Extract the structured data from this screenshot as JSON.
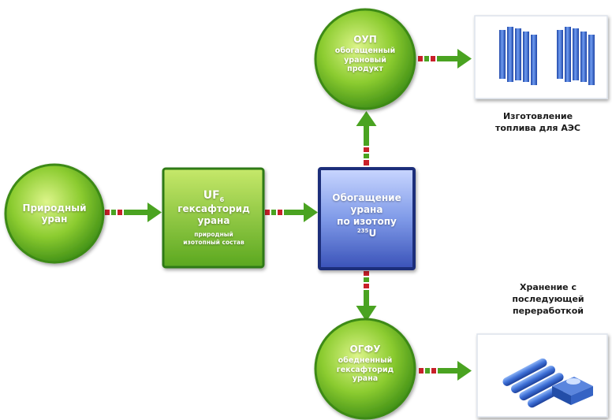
{
  "nodes": {
    "natural_uranium": {
      "label": "Природный уран"
    },
    "uf6": {
      "formula_base": "UF",
      "formula_sub": "6",
      "line2": "гексафторид",
      "line3": "урана",
      "note": "природный изотопный состав"
    },
    "enrichment": {
      "line1": "Обогащение",
      "line2": "урана",
      "line3": "по изотопу",
      "isotope_mass": "235",
      "isotope_symbol": "U"
    },
    "oup": {
      "abbr": "ОУП",
      "desc": "обогащенный урановый продукт"
    },
    "ogfu": {
      "abbr": "ОГФУ",
      "desc": "обедненный гексафторид урана"
    },
    "fuel": {
      "caption": "Изготовление топлива для АЭС"
    },
    "storage": {
      "caption": "Хранение с последующей переработкой"
    }
  },
  "colors": {
    "green_light": "#b8e04a",
    "green_dark": "#3f8f16",
    "blue_light": "#7f9ae8",
    "blue_dark": "#2c3f93",
    "arrow_green": "#4aa321",
    "dash_red": "#c8202a",
    "cylinder_blue": "#2e5fc8"
  },
  "icons": [
    "fuel-rods-icon",
    "storage-cylinders-icon"
  ]
}
